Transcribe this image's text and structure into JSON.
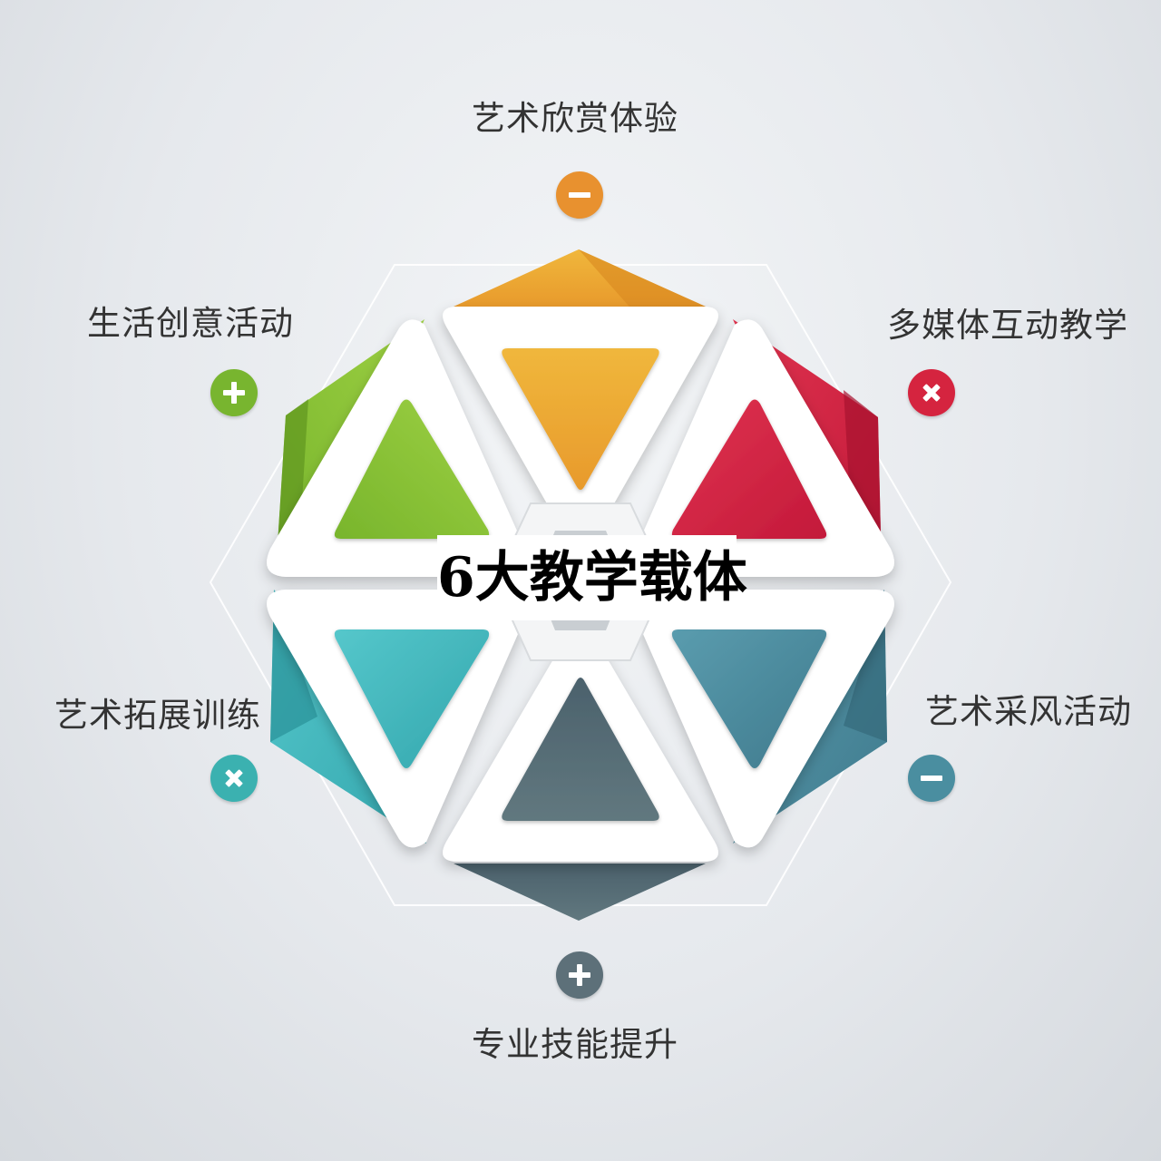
{
  "center_title": "6大教学载体",
  "items": [
    {
      "id": "top",
      "label": "艺术欣赏体验",
      "badge": "minus",
      "color": "#e8912f"
    },
    {
      "id": "upper-right",
      "label": "多媒体互动教学",
      "badge": "times",
      "color": "#d5243f"
    },
    {
      "id": "lower-right",
      "label": "艺术采风活动",
      "badge": "minus",
      "color": "#4a8ea0"
    },
    {
      "id": "bottom",
      "label": "专业技能提升",
      "badge": "plus",
      "color": "#5d7079"
    },
    {
      "id": "lower-left",
      "label": "艺术拓展训练",
      "badge": "times",
      "color": "#3bb1b0"
    },
    {
      "id": "upper-left",
      "label": "生活创意活动",
      "badge": "plus",
      "color": "#78b52f"
    }
  ],
  "colors": {
    "orange": "#ecab36",
    "red": "#d92a48",
    "green": "#8cc63a",
    "teal": "#48bcc2",
    "steel": "#4f8c9e",
    "slate": "#4f6672",
    "panel": "#ffffff"
  }
}
